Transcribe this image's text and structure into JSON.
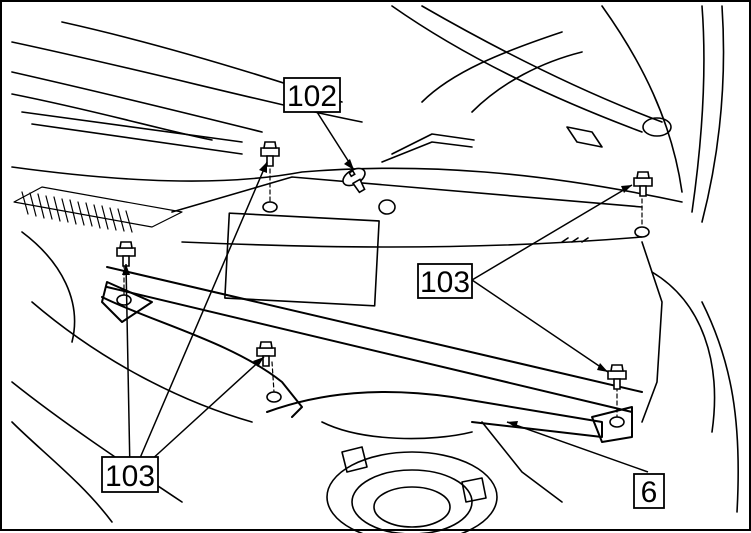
{
  "callouts": {
    "part_102": "102",
    "part_103_right": "103",
    "part_103_bottom": "103",
    "part_6": "6"
  },
  "colors": {
    "line": "#000000",
    "background": "#ffffff"
  }
}
